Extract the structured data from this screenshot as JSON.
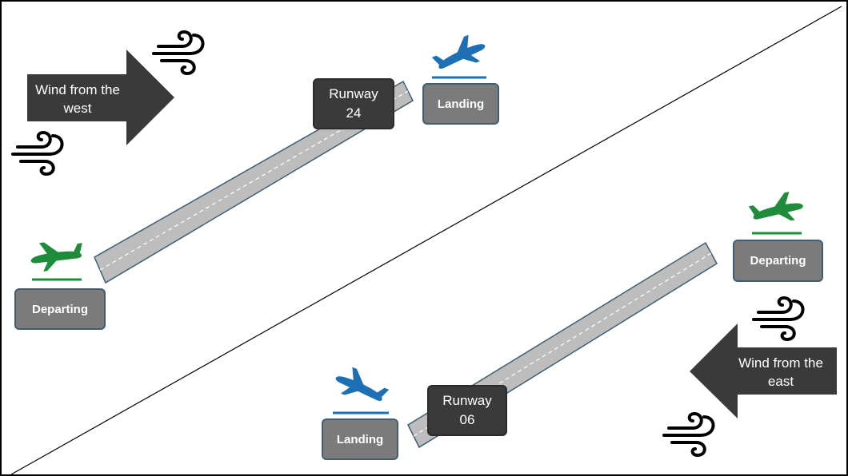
{
  "west_scene": {
    "wind_label": "Wind from the west",
    "runway_name": "Runway",
    "runway_number": "24",
    "landing_label": "Landing",
    "departing_label": "Departing"
  },
  "east_scene": {
    "wind_label": "Wind from the east",
    "runway_name": "Runway",
    "runway_number": "06",
    "landing_label": "Landing",
    "departing_label": "Departing"
  },
  "icons": {
    "wind": "wind-gust-icon",
    "landing": "airplane-landing-icon",
    "departing": "airplane-departure-icon"
  },
  "colors": {
    "landing": "#1f6fb4",
    "departing": "#1e8c3a",
    "wind_arrow": "#3a3a3a",
    "runway": "#bdbdbd",
    "label_dark": "#3a3a3a",
    "label_grey": "#7b7b7b"
  }
}
